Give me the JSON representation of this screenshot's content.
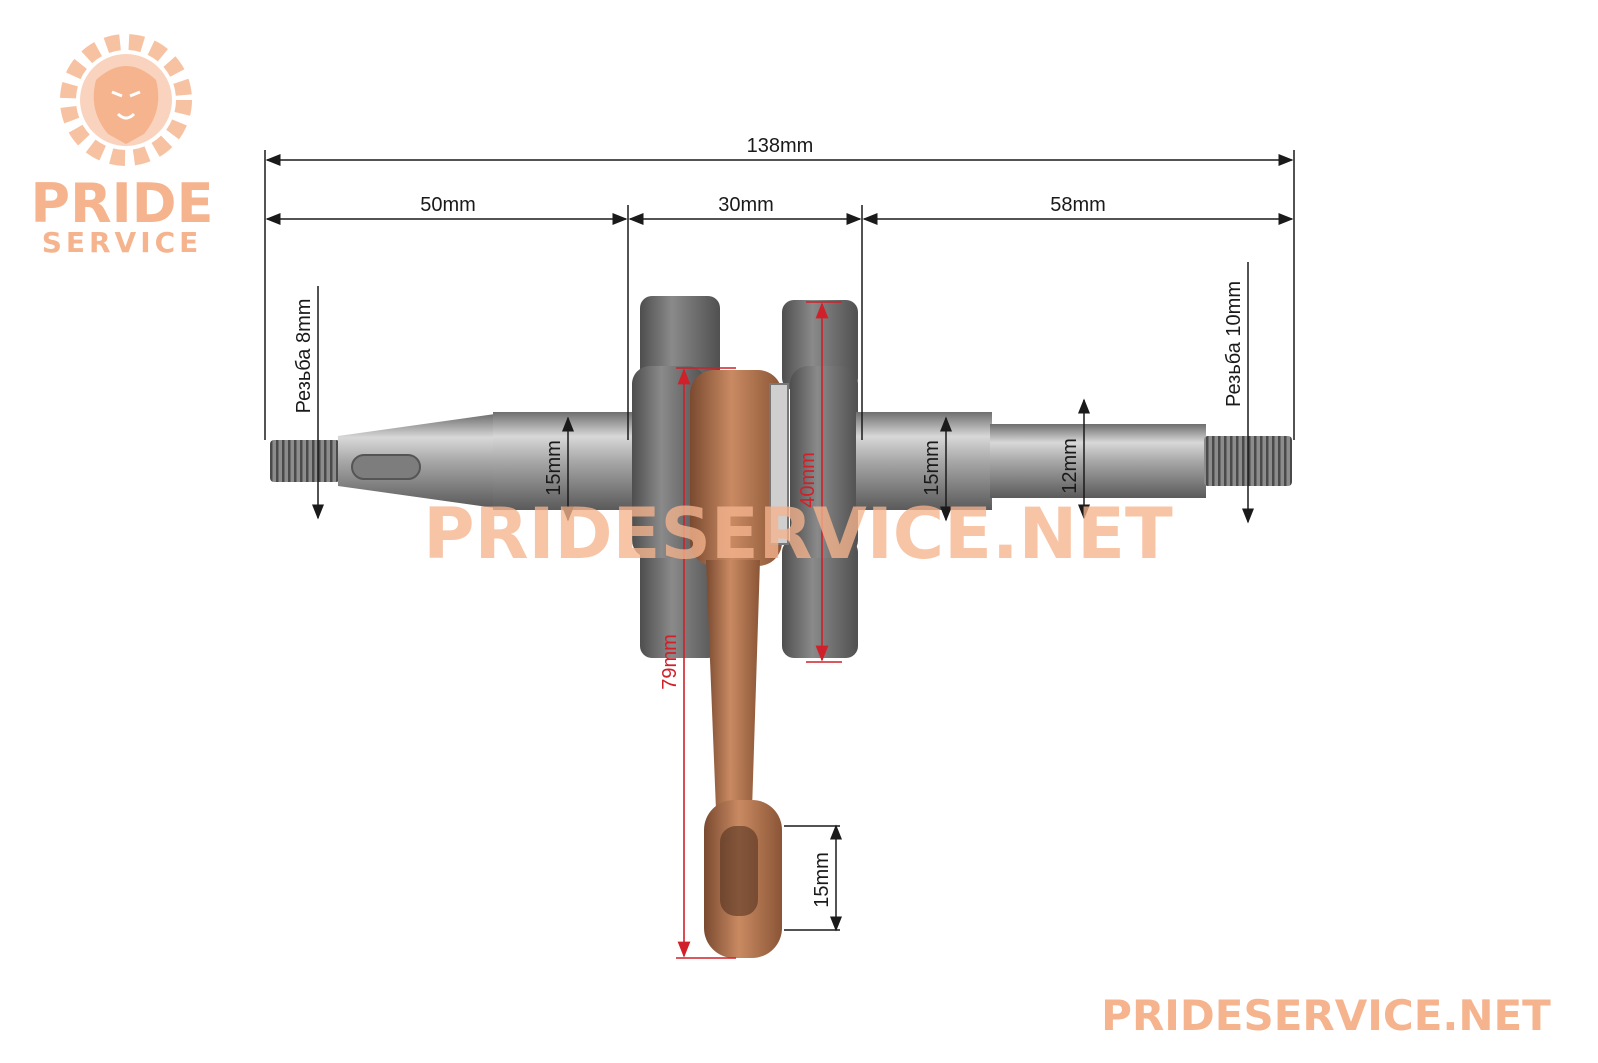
{
  "logo": {
    "line1": "PRIDE",
    "line2": "SERVICE",
    "icon": "lion-gear-icon"
  },
  "watermark": {
    "center": "PRIDESERVICE.NET",
    "corner": "PRIDESERVICE.NET"
  },
  "dimensions": {
    "total_length": "138mm",
    "left_shaft": "50mm",
    "crank_width": "30mm",
    "right_shaft": "58mm",
    "left_thread": "Резьба 8mm",
    "right_thread": "Резьба 10mm",
    "left_journal": "15mm",
    "right_journal": "15mm",
    "right_shaft_diameter": "12mm",
    "crank_web": "40mm",
    "conrod_length": "79mm",
    "small_end": "15mm"
  },
  "colors": {
    "steel": "#9a9a9a",
    "steel_dark": "#5e5e5e",
    "bronze": "#b87450",
    "bronze_dark": "#7a4a30",
    "dimension_line": "#1a1a1a",
    "dimension_red": "#d0202a",
    "brand_orange": "#f5b48e"
  }
}
